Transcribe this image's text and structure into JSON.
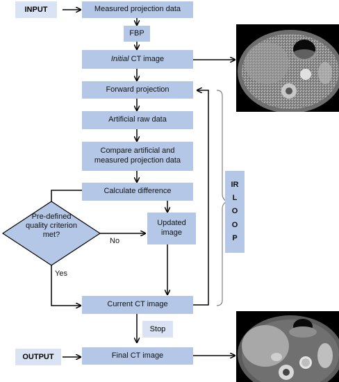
{
  "input_label": "INPUT",
  "output_label": "OUTPUT",
  "steps": {
    "measured": "Measured projection data",
    "fbp": "FBP",
    "initial_italic": "Initial",
    "initial_rest": " CT image",
    "forward": "Forward projection",
    "artificial": "Artificial raw data",
    "compare": "Compare artificial and measured projection data",
    "difference": "Calculate difference",
    "updated": "Updated image",
    "current": "Current CT image",
    "final": "Final CT image"
  },
  "decision": "Pre-defined quality criterion met?",
  "no_label": "No",
  "yes_label": "Yes",
  "stop_label": "Stop",
  "loop_letters": [
    "IR",
    "L",
    "O",
    "O",
    "P"
  ],
  "colors": {
    "box": "#b4c7e7",
    "label": "#dae3f3",
    "line": "#000000"
  }
}
